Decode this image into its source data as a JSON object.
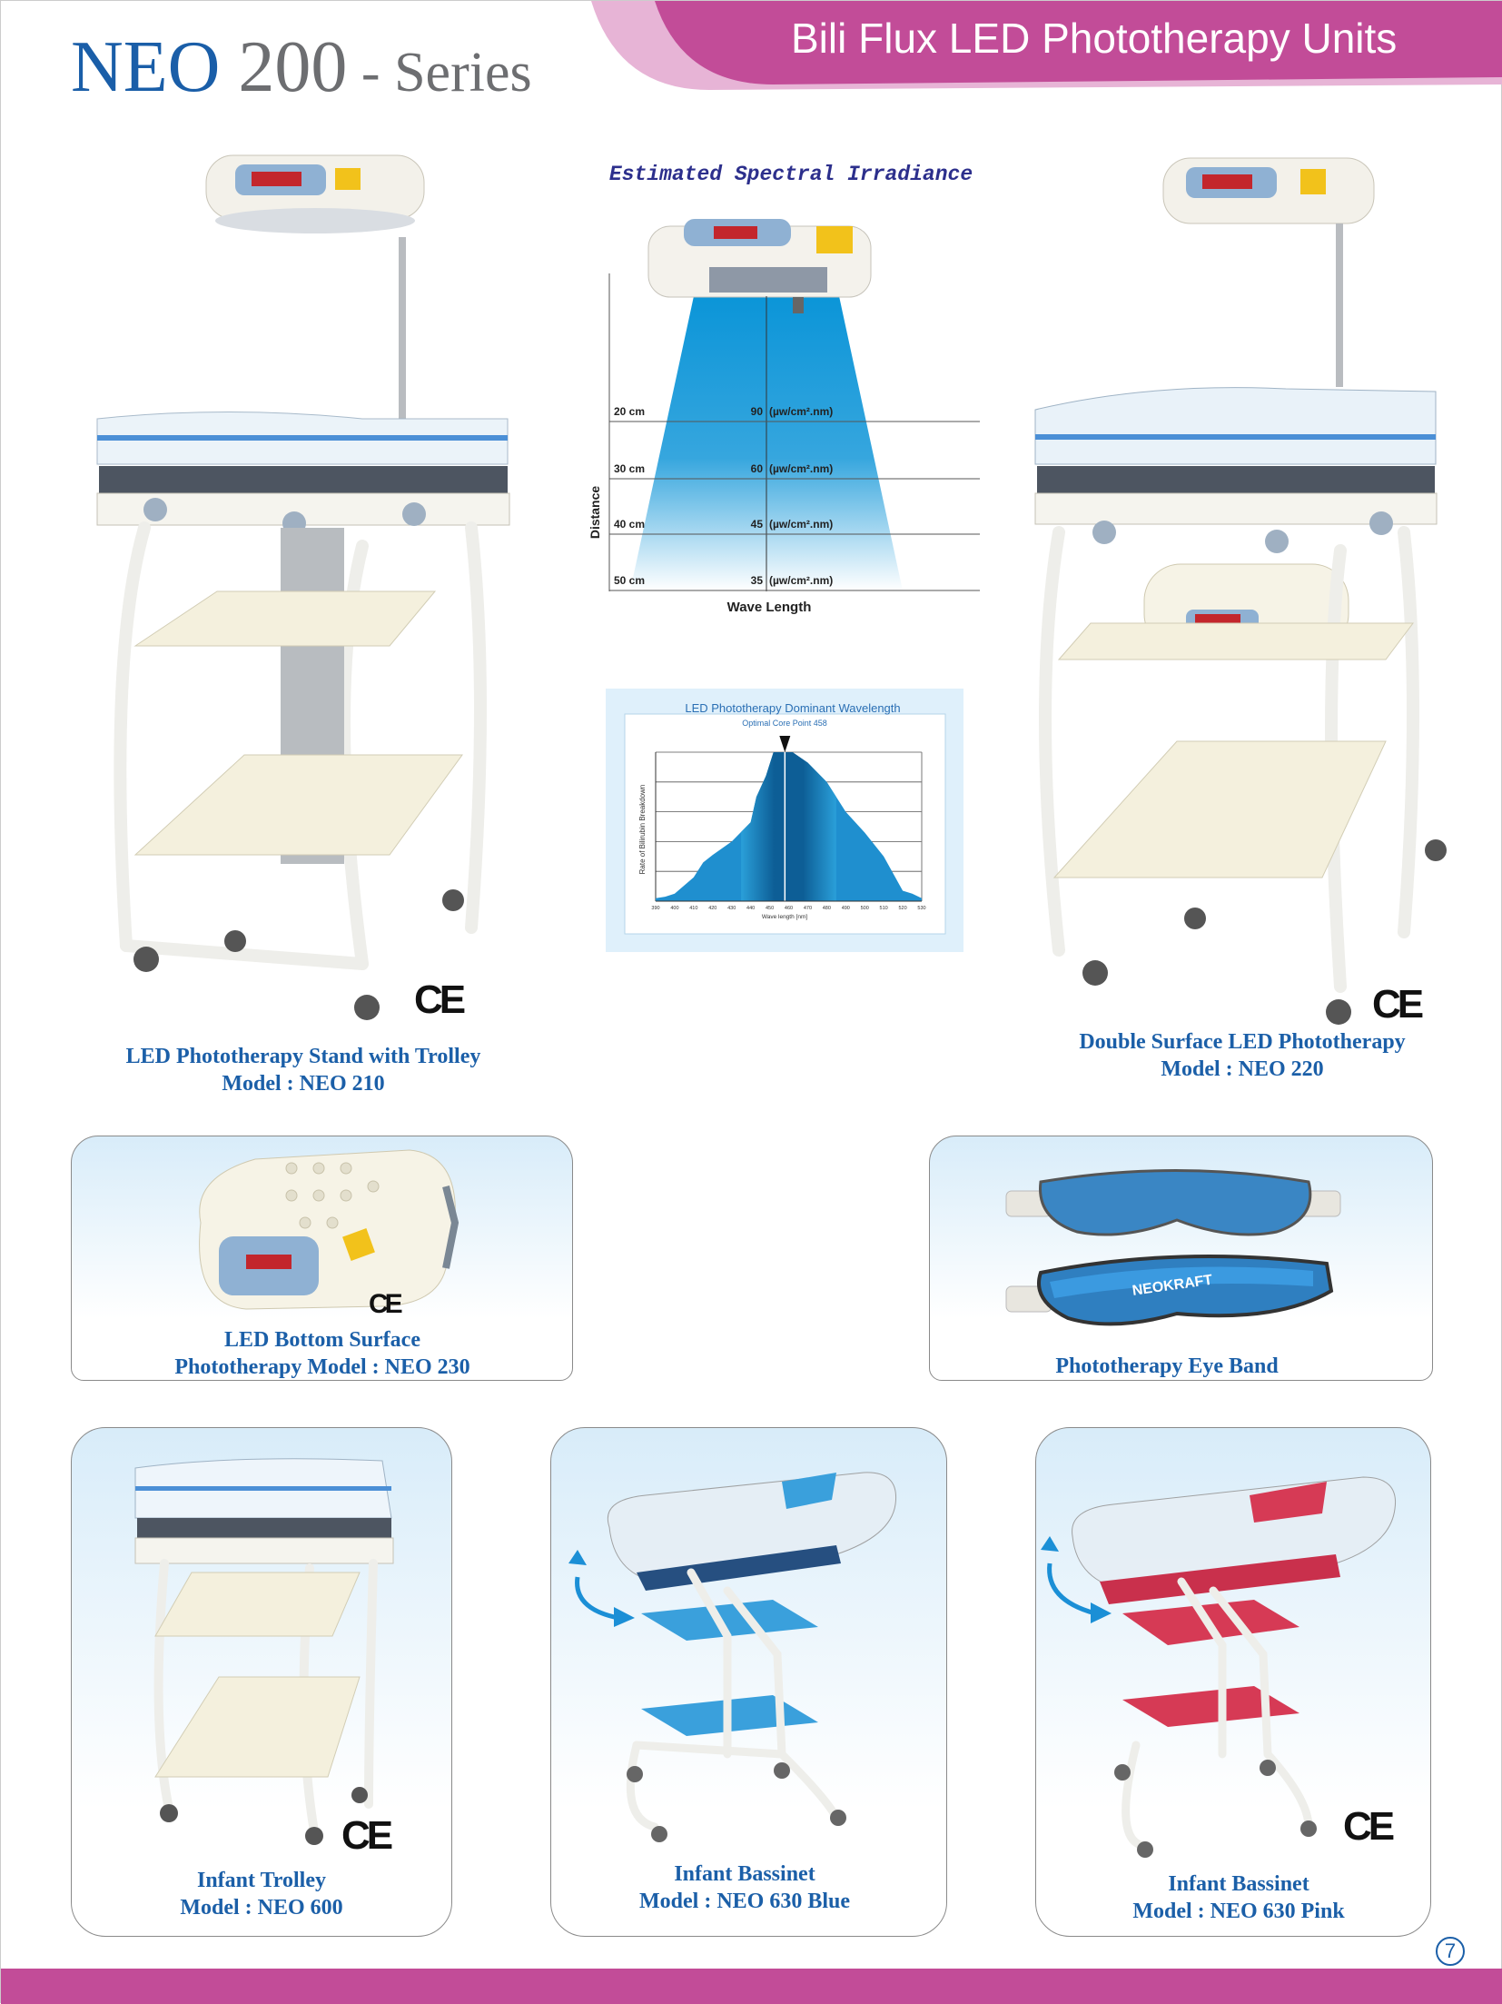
{
  "header": {
    "neo": "NEO",
    "number": " 200",
    "series": " - Series",
    "banner": "Bili Flux LED Phototherapy Units"
  },
  "irradiance": {
    "title": "Estimated Spectral Irradiance",
    "ylabel": "Distance",
    "xlabel": "Wave Length",
    "rows": [
      {
        "distance": "20 cm",
        "value": "90",
        "unit": "(µw/cm².nm)"
      },
      {
        "distance": "30 cm",
        "value": "60",
        "unit": "(µw/cm².nm)"
      },
      {
        "distance": "40 cm",
        "value": "45",
        "unit": "(µw/cm².nm)"
      },
      {
        "distance": "50 cm",
        "value": "35",
        "unit": "(µw/cm².nm)"
      }
    ]
  },
  "chart_data": {
    "type": "area",
    "title": "LED Phototherapy Dominant Wavelength",
    "subtitle": "Optimal Core Point  458",
    "xlabel": "Wave length [nm]",
    "ylabel": "Rate of Bilirubin Breakdown",
    "xlim": [
      390,
      530
    ],
    "ylim": [
      0,
      100
    ],
    "xticks": [
      "390",
      "400",
      "410",
      "420",
      "430",
      "440",
      "450",
      "460",
      "470",
      "480",
      "490",
      "500",
      "510",
      "520",
      "530"
    ],
    "x": [
      390,
      395,
      400,
      410,
      415,
      420,
      430,
      440,
      443,
      448,
      452,
      458,
      462,
      470,
      480,
      490,
      500,
      510,
      520,
      525,
      530
    ],
    "y": [
      2,
      3,
      5,
      16,
      26,
      31,
      40,
      53,
      70,
      84,
      100,
      100,
      100,
      93,
      80,
      60,
      46,
      30,
      7,
      5,
      2
    ],
    "marker": 458,
    "grid": true,
    "fill": "#1f8fcf",
    "core_fill": "#0d5e96"
  },
  "products": [
    {
      "name": "LED Phototherapy Stand with Trolley",
      "model": "Model : NEO 210"
    },
    {
      "name": "Double Surface LED Phototherapy",
      "model": "Model : NEO 220"
    },
    {
      "name": "LED Bottom Surface",
      "model": "Phototherapy Model : NEO 230"
    },
    {
      "name": "Phototherapy Eye Band",
      "brand": "NEOKRAFT"
    },
    {
      "name": "Infant Trolley",
      "model": "Model : NEO 600"
    },
    {
      "name": "Infant Bassinet",
      "model": "Model : NEO 630 Blue"
    },
    {
      "name": "Infant Bassinet",
      "model": "Model : NEO 630 Pink"
    }
  ],
  "ce_mark": "CE",
  "page_number": "7",
  "colors": {
    "brand_blue": "#1b5fa8",
    "banner_pink": "#c24c98",
    "beam_blue": "#0b95d8"
  }
}
